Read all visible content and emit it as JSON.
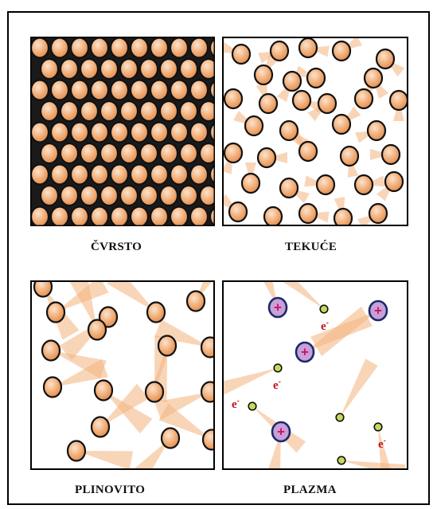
{
  "figure": {
    "panels": [
      {
        "id": "solid",
        "label": "ČVRSTO"
      },
      {
        "id": "liquid",
        "label": "TEKUĆE"
      },
      {
        "id": "gas",
        "label": "PLINOVITO"
      },
      {
        "id": "plasma",
        "label": "PLAZMA"
      }
    ],
    "plasma": {
      "ion_symbol": "+",
      "electron_label": "e",
      "electron_charge": "-"
    }
  },
  "colors": {
    "particle_fill": "#f0ab74",
    "particle_highlight": "#fde3cc",
    "particle_outline": "#111111",
    "trail": "#f4b27e",
    "ion_fill": "#c8a0d8",
    "ion_sign": "#d0106c",
    "electron_fill": "#c8d85a",
    "electron_label": "#c0101c",
    "solid_background": "#1a1a1a"
  }
}
